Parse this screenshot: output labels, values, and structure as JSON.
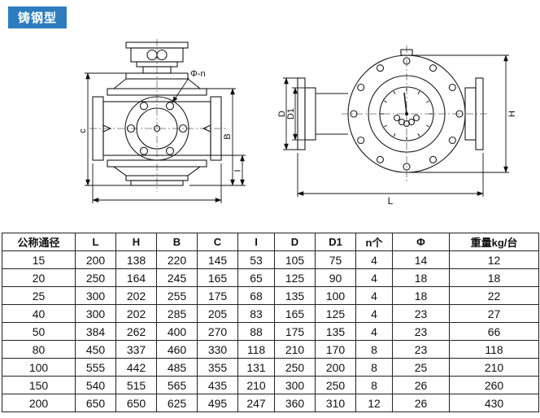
{
  "header": {
    "badge": "铸钢型"
  },
  "drawings": {
    "left_view": {
      "phi_n": "Φ-n",
      "c": "c",
      "b": "B",
      "i": "I"
    },
    "right_view": {
      "d": "D",
      "d1": "D1",
      "l": "L",
      "h": "H"
    }
  },
  "table": {
    "headers": [
      "公称通径",
      "L",
      "H",
      "B",
      "C",
      "I",
      "D",
      "D1",
      "n个",
      "Φ",
      "重量kg/台"
    ],
    "rows": [
      [
        "15",
        "200",
        "138",
        "220",
        "145",
        "53",
        "105",
        "75",
        "4",
        "14",
        "12"
      ],
      [
        "20",
        "250",
        "164",
        "245",
        "165",
        "65",
        "125",
        "90",
        "4",
        "18",
        "18"
      ],
      [
        "25",
        "300",
        "202",
        "255",
        "175",
        "68",
        "135",
        "100",
        "4",
        "18",
        "22"
      ],
      [
        "40",
        "300",
        "202",
        "285",
        "205",
        "83",
        "165",
        "125",
        "4",
        "23",
        "27"
      ],
      [
        "50",
        "384",
        "262",
        "400",
        "270",
        "88",
        "175",
        "135",
        "4",
        "23",
        "66"
      ],
      [
        "80",
        "450",
        "337",
        "460",
        "330",
        "118",
        "210",
        "170",
        "8",
        "23",
        "118"
      ],
      [
        "100",
        "555",
        "442",
        "485",
        "355",
        "131",
        "250",
        "200",
        "8",
        "25",
        "210"
      ],
      [
        "150",
        "540",
        "515",
        "565",
        "435",
        "210",
        "300",
        "250",
        "8",
        "26",
        "260"
      ],
      [
        "200",
        "650",
        "650",
        "625",
        "495",
        "247",
        "360",
        "310",
        "12",
        "26",
        "430"
      ]
    ]
  },
  "colors": {
    "badge_blue": "#2d7dbe",
    "line_black": "#1a1a1a",
    "table_border": "#222222"
  }
}
